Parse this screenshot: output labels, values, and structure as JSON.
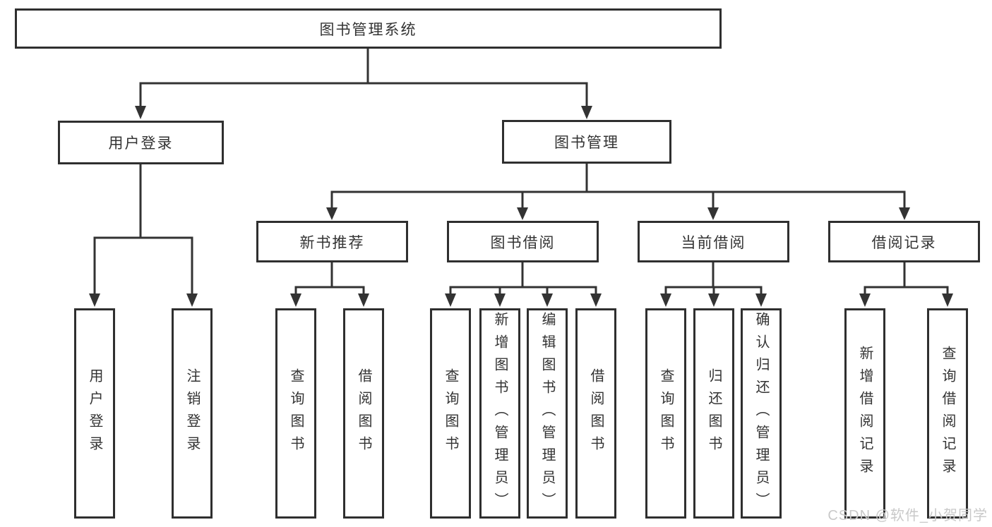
{
  "colors": {
    "background": "#ffffff",
    "line": "#333333",
    "box_border": "#2f2f2f",
    "text": "#333333",
    "watermark_text": "#c9c9c9"
  },
  "tree": {
    "root": {
      "label": "图书管理系统",
      "children": [
        {
          "label": "用户登录",
          "children": [
            {
              "label": "用户登录"
            },
            {
              "label": "注销登录"
            }
          ]
        },
        {
          "label": "图书管理",
          "children": [
            {
              "label": "新书推荐",
              "children": [
                {
                  "label": "查询图书"
                },
                {
                  "label": "借阅图书"
                }
              ]
            },
            {
              "label": "图书借阅",
              "children": [
                {
                  "label": "查询图书"
                },
                {
                  "label": "新增图书（管理员）"
                },
                {
                  "label": "编辑图书（管理员）"
                },
                {
                  "label": "借阅图书"
                }
              ]
            },
            {
              "label": "当前借阅",
              "children": [
                {
                  "label": "查询图书"
                },
                {
                  "label": "归还图书"
                },
                {
                  "label": "确认归还（管理员）"
                }
              ]
            },
            {
              "label": "借阅记录",
              "children": [
                {
                  "label": "新增借阅记录"
                },
                {
                  "label": "查询借阅记录"
                }
              ]
            }
          ]
        }
      ]
    }
  },
  "watermark": {
    "text": "CSDN @软件_小贺同学"
  }
}
